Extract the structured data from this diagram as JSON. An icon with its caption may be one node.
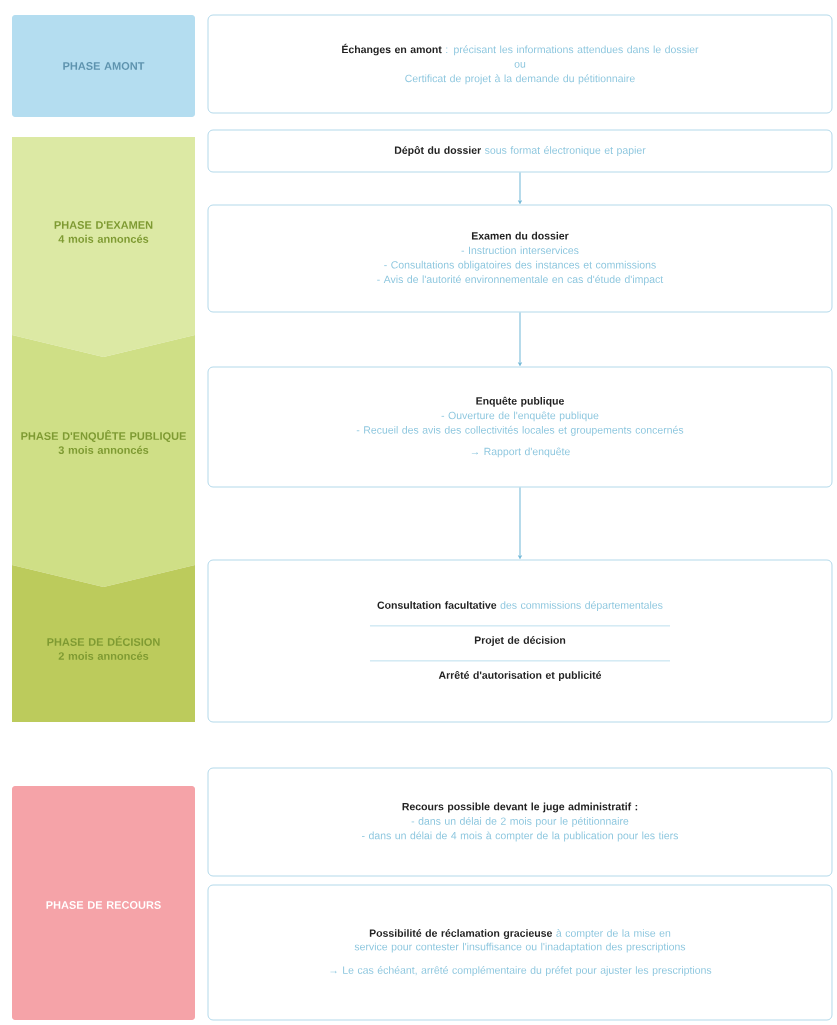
{
  "diagram": {
    "nodes": [
      {
        "text": [
          "PHASE AMONT"
        ]
      },
      {
        "text": [
          "**Échanges en amont** : précisant les informations attendues dans le dossier",
          "ou",
          "Certificat de projet à la demande du pétitionnaire"
        ]
      },
      {
        "text": [
          "PHASE D'EXAMEN",
          "4 mois annoncés"
        ]
      },
      {
        "text": [
          "**Dépôt du dossier** sous format électronique et papier"
        ]
      },
      {
        "text": [
          "Examen du dossier",
          "- Instruction interservices",
          "- Consultations obligatoires des instances et commissions",
          "- Avis de l'autorité environnementale en cas d'étude d'impact"
        ]
      },
      {
        "text": [
          "PHASE D'ENQUÊTE PUBLIQUE",
          "3 mois annoncés"
        ]
      },
      {
        "text": [
          "Enquête publique",
          "- Ouverture de l'enquête publique",
          "- Recueil des avis des collectivités locales et groupements concernés",
          "→ Rapport d'enquête"
        ]
      },
      {
        "text": [
          "PHASE DE DÉCISION",
          "2 mois annoncés"
        ]
      },
      {
        "text": [
          "**Consultation facultative** des commissions départementales",
          "Projet de décision",
          "Arrêté d'autorisation et publicité"
        ]
      },
      {
        "text": [
          "PHASE DE RECOURS"
        ]
      },
      {
        "text": [
          "Recours possible devant le juge administratif :",
          "- dans un délai de 2 mois pour le pétitionnaire",
          "- dans un délai de 4 mois à compter de la publication pour les tiers"
        ]
      },
      {
        "text": [
          "**Possibilité de réclamation gracieuse** à compter de la mise en service pour contester l'insuffisance ou l'inadaptation des prescriptions",
          "→ Le cas échéant, arrêté complémentaire du préfet pour ajuster les prescriptions"
        ]
      }
    ],
    "edges": [
      {
        "from": 3,
        "to": 4,
        "arrow": "to"
      },
      {
        "from": 4,
        "to": 6,
        "arrow": "to"
      },
      {
        "from": 6,
        "to": 8,
        "arrow": "to"
      }
    ]
  }
}
